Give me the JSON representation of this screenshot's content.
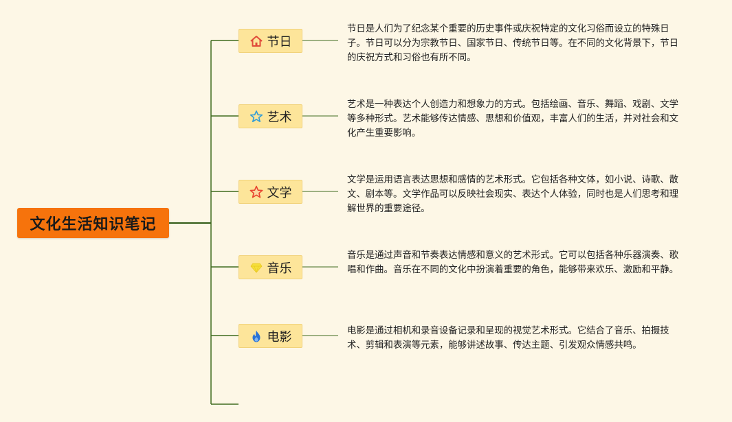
{
  "root": {
    "label": "文化生活知识笔记"
  },
  "branches": [
    {
      "label": "节日",
      "icon": "house-icon",
      "icon_color": "#e04a3a",
      "description": "节日是人们为了纪念某个重要的历史事件或庆祝特定的文化习俗而设立的特殊日子。节日可以分为宗教节日、国家节日、传统节日等。在不同的文化背景下，节日的庆祝方式和习俗也有所不同。"
    },
    {
      "label": "艺术",
      "icon": "star-outline-icon",
      "icon_color": "#2f9bd8",
      "description": "艺术是一种表达个人创造力和想象力的方式。包括绘画、音乐、舞蹈、戏剧、文学等多种形式。艺术能够传达情感、思想和价值观，丰富人们的生活，并对社会和文化产生重要影响。"
    },
    {
      "label": "文学",
      "icon": "star-icon",
      "icon_color": "#e8452f",
      "description": "文学是运用语言表达思想和感情的艺术形式。它包括各种文体，如小说、诗歌、散文、剧本等。文学作品可以反映社会现实、表达个人体验，同时也是人们思考和理解世界的重要途径。"
    },
    {
      "label": "音乐",
      "icon": "gem-icon",
      "icon_color": "#f5df3a",
      "description": "音乐是通过声音和节奏表达情感和意义的艺术形式。它可以包括各种乐器演奏、歌唱和作曲。音乐在不同的文化中扮演着重要的角色，能够带来欢乐、激励和平静。"
    },
    {
      "label": "电影",
      "icon": "flame-icon",
      "icon_color": "#2a73d6",
      "description": "电影是通过相机和录音设备记录和呈现的视觉艺术形式。它结合了音乐、拍摄技术、剪辑和表演等元素，能够讲述故事、传达主题、引发观众情感共鸣。"
    }
  ],
  "colors": {
    "background": "#fdf7e6",
    "root_fill": "#f6730c",
    "branch_fill": "#fde59a",
    "connector": "#3f6b1f"
  }
}
